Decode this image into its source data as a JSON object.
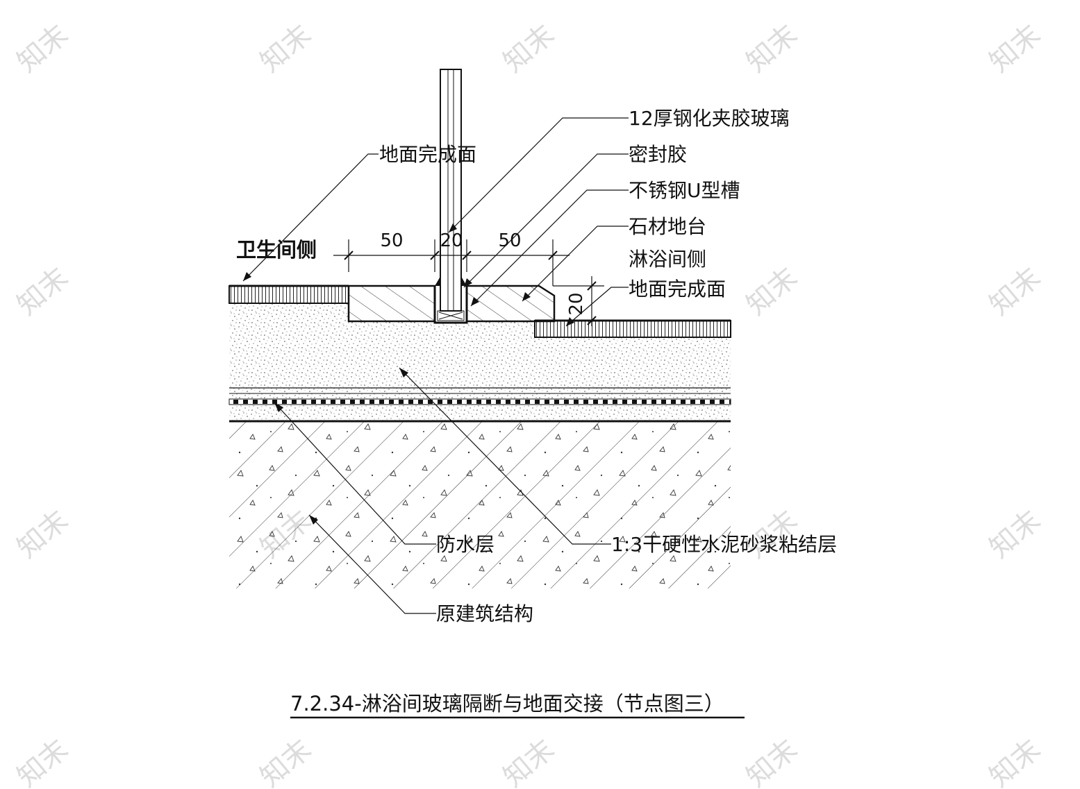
{
  "labels": {
    "glass": "12厚钢化夹胶玻璃",
    "finish_left": "地面完成面",
    "sealant": "密封胶",
    "u_channel": "不锈钢U型槽",
    "stone_sill": "石材地台",
    "shower_side": "淋浴间侧",
    "finish_right": "地面完成面",
    "bathroom_side": "卫生间侧",
    "waterproof": "防水层",
    "mortar": "1:3干硬性水泥砂浆粘结层",
    "structure": "原建筑结构"
  },
  "dimensions": {
    "left_width": "50",
    "glass_width": "20",
    "right_width": "50",
    "step_height": "20"
  },
  "caption": "7.2.34-淋浴间玻璃隔断与地面交接（节点图三）",
  "watermark": "知末",
  "colors": {
    "line": "#111111",
    "watermark": "#dcdcdc"
  }
}
